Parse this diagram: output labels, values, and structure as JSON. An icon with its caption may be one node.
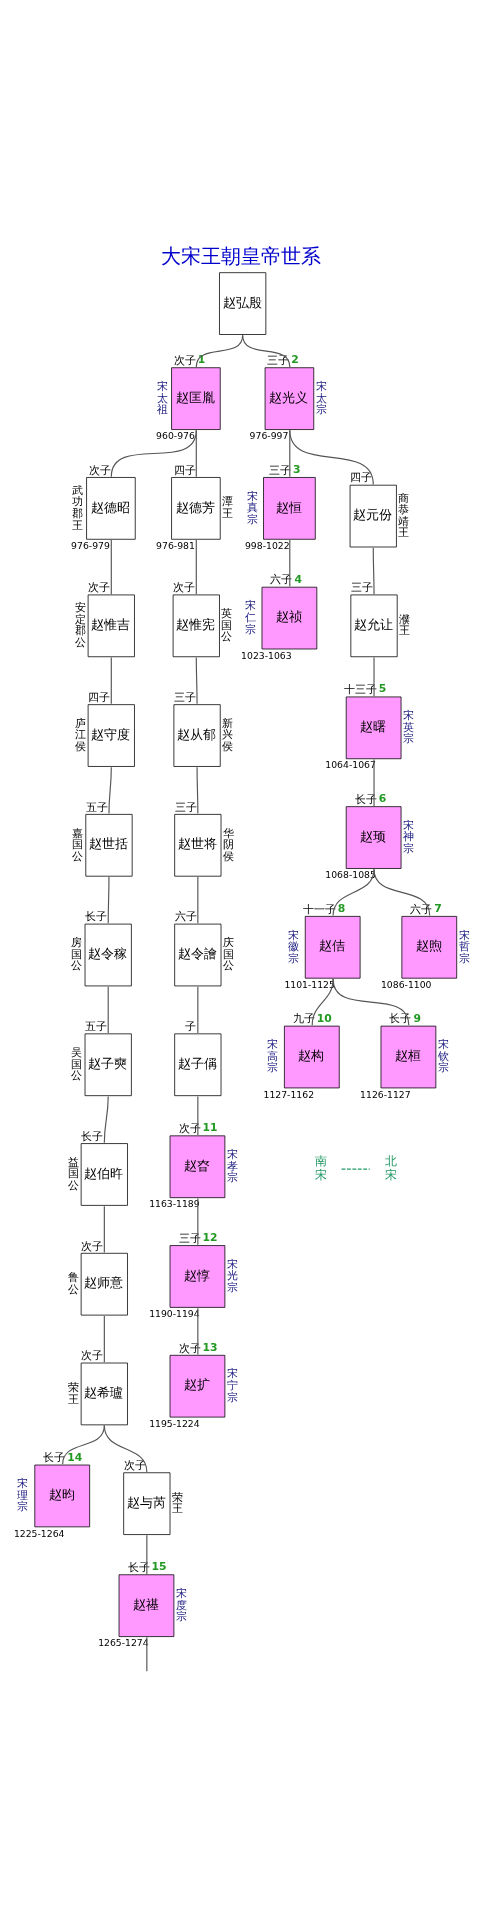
{
  "diagram": {
    "title": "大宋王朝皇帝世系",
    "nodes": [
      {
        "text": [
          "赵弘殷"
        ]
      },
      {
        "text": [
          "赵匡胤"
        ],
        "beside": [
          "次子",
          "1",
          "宋太祖",
          "960-976"
        ]
      },
      {
        "text": [
          "赵光义"
        ],
        "beside": [
          "三子",
          "2",
          "宋太宗",
          "976-997"
        ]
      },
      {
        "text": [
          "赵德昭"
        ],
        "beside": [
          "次子",
          "武功郡王",
          "976-979"
        ]
      },
      {
        "text": [
          "赵德芳"
        ],
        "beside": [
          "四子",
          "潭王",
          "976-981"
        ]
      },
      {
        "text": [
          "赵恒"
        ],
        "beside": [
          "三子",
          "3",
          "宋真宗",
          "998-1022"
        ]
      },
      {
        "text": [
          "赵元份"
        ],
        "beside": [
          "四子",
          "商恭靖王"
        ]
      },
      {
        "text": [
          "赵惟吉"
        ],
        "beside": [
          "次子",
          "安定郡公"
        ]
      },
      {
        "text": [
          "赵惟宪"
        ],
        "beside": [
          "次子",
          "英国公"
        ]
      },
      {
        "text": [
          "赵祯"
        ],
        "beside": [
          "六子",
          "4",
          "宋仁宗",
          "1023-1063"
        ]
      },
      {
        "text": [
          "赵允让"
        ],
        "beside": [
          "三子",
          "濮王"
        ]
      },
      {
        "text": [
          "赵守度"
        ],
        "beside": [
          "四子",
          "庐江侯"
        ]
      },
      {
        "text": [
          "赵从郁"
        ],
        "beside": [
          "三子",
          "新兴侯"
        ]
      },
      {
        "text": [
          "赵曙"
        ],
        "beside": [
          "十三子",
          "5",
          "宋英宗",
          "1064-1067"
        ]
      },
      {
        "text": [
          "赵世括"
        ],
        "beside": [
          "五子",
          "嘉国公"
        ]
      },
      {
        "text": [
          "赵世将"
        ],
        "beside": [
          "三子",
          "华阴侯"
        ]
      },
      {
        "text": [
          "赵顼"
        ],
        "beside": [
          "长子",
          "6",
          "宋神宗",
          "1068-1085"
        ]
      },
      {
        "text": [
          "赵令稼"
        ],
        "beside": [
          "长子",
          "房国公"
        ]
      },
      {
        "text": [
          "赵令譮"
        ],
        "beside": [
          "六子",
          "庆国公"
        ]
      },
      {
        "text": [
          "赵佶"
        ],
        "beside": [
          "十一子",
          "8",
          "宋徽宗",
          "1101-1125"
        ]
      },
      {
        "text": [
          "赵煦"
        ],
        "beside": [
          "六子",
          "7",
          "宋哲宗",
          "1086-1100"
        ]
      },
      {
        "text": [
          "赵子奭"
        ],
        "beside": [
          "五子",
          "吴国公"
        ]
      },
      {
        "text": [
          "赵子偁"
        ],
        "beside": [
          "子"
        ]
      },
      {
        "text": [
          "赵构"
        ],
        "beside": [
          "九子",
          "10",
          "宋高宗",
          "1127-1162"
        ]
      },
      {
        "text": [
          "赵桓"
        ],
        "beside": [
          "长子",
          "9",
          "宋钦宗",
          "1126-1127"
        ]
      },
      {
        "text": [
          "赵伯旿"
        ],
        "beside": [
          "长子",
          "益国公"
        ]
      },
      {
        "text": [
          "赵昚"
        ],
        "beside": [
          "次子",
          "11",
          "宋孝宗",
          "1163-1189"
        ]
      },
      {
        "text": [
          "赵师意"
        ],
        "beside": [
          "次子",
          "鲁公"
        ]
      },
      {
        "text": [
          "赵惇"
        ],
        "beside": [
          "三子",
          "12",
          "宋光宗",
          "1190-1194"
        ]
      },
      {
        "text": [
          "赵希瓐"
        ],
        "beside": [
          "次子",
          "荣王"
        ]
      },
      {
        "text": [
          "赵扩"
        ],
        "beside": [
          "次子",
          "13",
          "宋宁宗",
          "1195-1224"
        ]
      },
      {
        "text": [
          "赵昀"
        ],
        "beside": [
          "长子",
          "14",
          "宋理宗",
          "1225-1264"
        ]
      },
      {
        "text": [
          "赵与芮"
        ],
        "beside": [
          "次子",
          "荣王"
        ]
      },
      {
        "text": [
          "赵禥"
        ],
        "beside": [
          "长子",
          "15",
          "宋度宗",
          "1265-1274"
        ]
      }
    ],
    "edges": [
      {
        "from": 0,
        "to": 1,
        "arrow": "none"
      },
      {
        "from": 0,
        "to": 2,
        "arrow": "none"
      },
      {
        "from": 1,
        "to": 3,
        "arrow": "none"
      },
      {
        "from": 1,
        "to": 4,
        "arrow": "none"
      },
      {
        "from": 2,
        "to": 5,
        "arrow": "none"
      },
      {
        "from": 2,
        "to": 6,
        "arrow": "none"
      },
      {
        "from": 3,
        "to": 7,
        "arrow": "none"
      },
      {
        "from": 4,
        "to": 8,
        "arrow": "none"
      },
      {
        "from": 5,
        "to": 9,
        "arrow": "none"
      },
      {
        "from": 6,
        "to": 10,
        "arrow": "none"
      },
      {
        "from": 7,
        "to": 11,
        "arrow": "none"
      },
      {
        "from": 8,
        "to": 12,
        "arrow": "none"
      },
      {
        "from": 10,
        "to": 13,
        "arrow": "none"
      },
      {
        "from": 11,
        "to": 14,
        "arrow": "none"
      },
      {
        "from": 12,
        "to": 15,
        "arrow": "none"
      },
      {
        "from": 13,
        "to": 16,
        "arrow": "none"
      },
      {
        "from": 14,
        "to": 17,
        "arrow": "none"
      },
      {
        "from": 15,
        "to": 18,
        "arrow": "none"
      },
      {
        "from": 16,
        "to": 19,
        "arrow": "none"
      },
      {
        "from": 16,
        "to": 20,
        "arrow": "none"
      },
      {
        "from": 17,
        "to": 21,
        "arrow": "none"
      },
      {
        "from": 18,
        "to": 22,
        "arrow": "none"
      },
      {
        "from": 19,
        "to": 23,
        "arrow": "none"
      },
      {
        "from": 19,
        "to": 24,
        "arrow": "none"
      },
      {
        "from": 21,
        "to": 25,
        "arrow": "none"
      },
      {
        "from": 22,
        "to": 26,
        "arrow": "none"
      },
      {
        "from": 25,
        "to": 27,
        "arrow": "none"
      },
      {
        "from": 26,
        "to": 28,
        "arrow": "none"
      },
      {
        "from": 27,
        "to": 29,
        "arrow": "none"
      },
      {
        "from": 28,
        "to": 30,
        "arrow": "none"
      },
      {
        "from": 29,
        "to": 31,
        "arrow": "none"
      },
      {
        "from": 29,
        "to": 32,
        "arrow": "none"
      },
      {
        "from": 32,
        "to": 33,
        "arrow": "none"
      },
      {
        "from": 33,
        "to": null,
        "arrow": "none"
      }
    ],
    "labels": [
      "南宋",
      "北宋"
    ]
  }
}
